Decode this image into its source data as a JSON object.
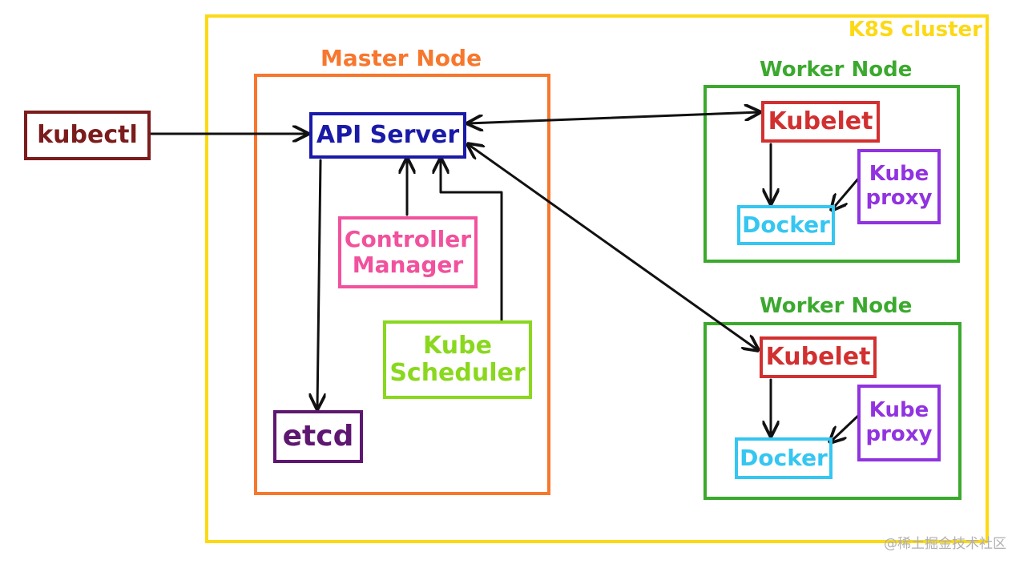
{
  "cluster": {
    "label": "K8S cluster"
  },
  "master": {
    "label": "Master Node",
    "api_server": "API Server",
    "controller_manager": [
      "Controller",
      "Manager"
    ],
    "kube_scheduler": [
      "Kube",
      "Scheduler"
    ],
    "etcd": "etcd"
  },
  "kubectl": "kubectl",
  "workers": [
    {
      "label": "Worker Node",
      "kubelet": "Kubelet",
      "docker": "Docker",
      "proxy": [
        "Kube",
        "proxy"
      ]
    },
    {
      "label": "Worker Node",
      "kubelet": "Kubelet",
      "docker": "Docker",
      "proxy": [
        "Kube",
        "proxy"
      ]
    }
  ],
  "watermark": "@稀土掘金技术社区",
  "colors": {
    "cluster": "#fcd914",
    "master": "#f7772d",
    "worker": "#3ba92e",
    "kubectl": "#7b1c1c",
    "api_server": "#1a1aa8",
    "controller_manager": "#f1519d",
    "kube_scheduler": "#8ad81e",
    "etcd": "#5e1770",
    "kubelet": "#d23030",
    "docker": "#35c6f1",
    "kube_proxy": "#9133e0",
    "arrow": "#111111"
  }
}
